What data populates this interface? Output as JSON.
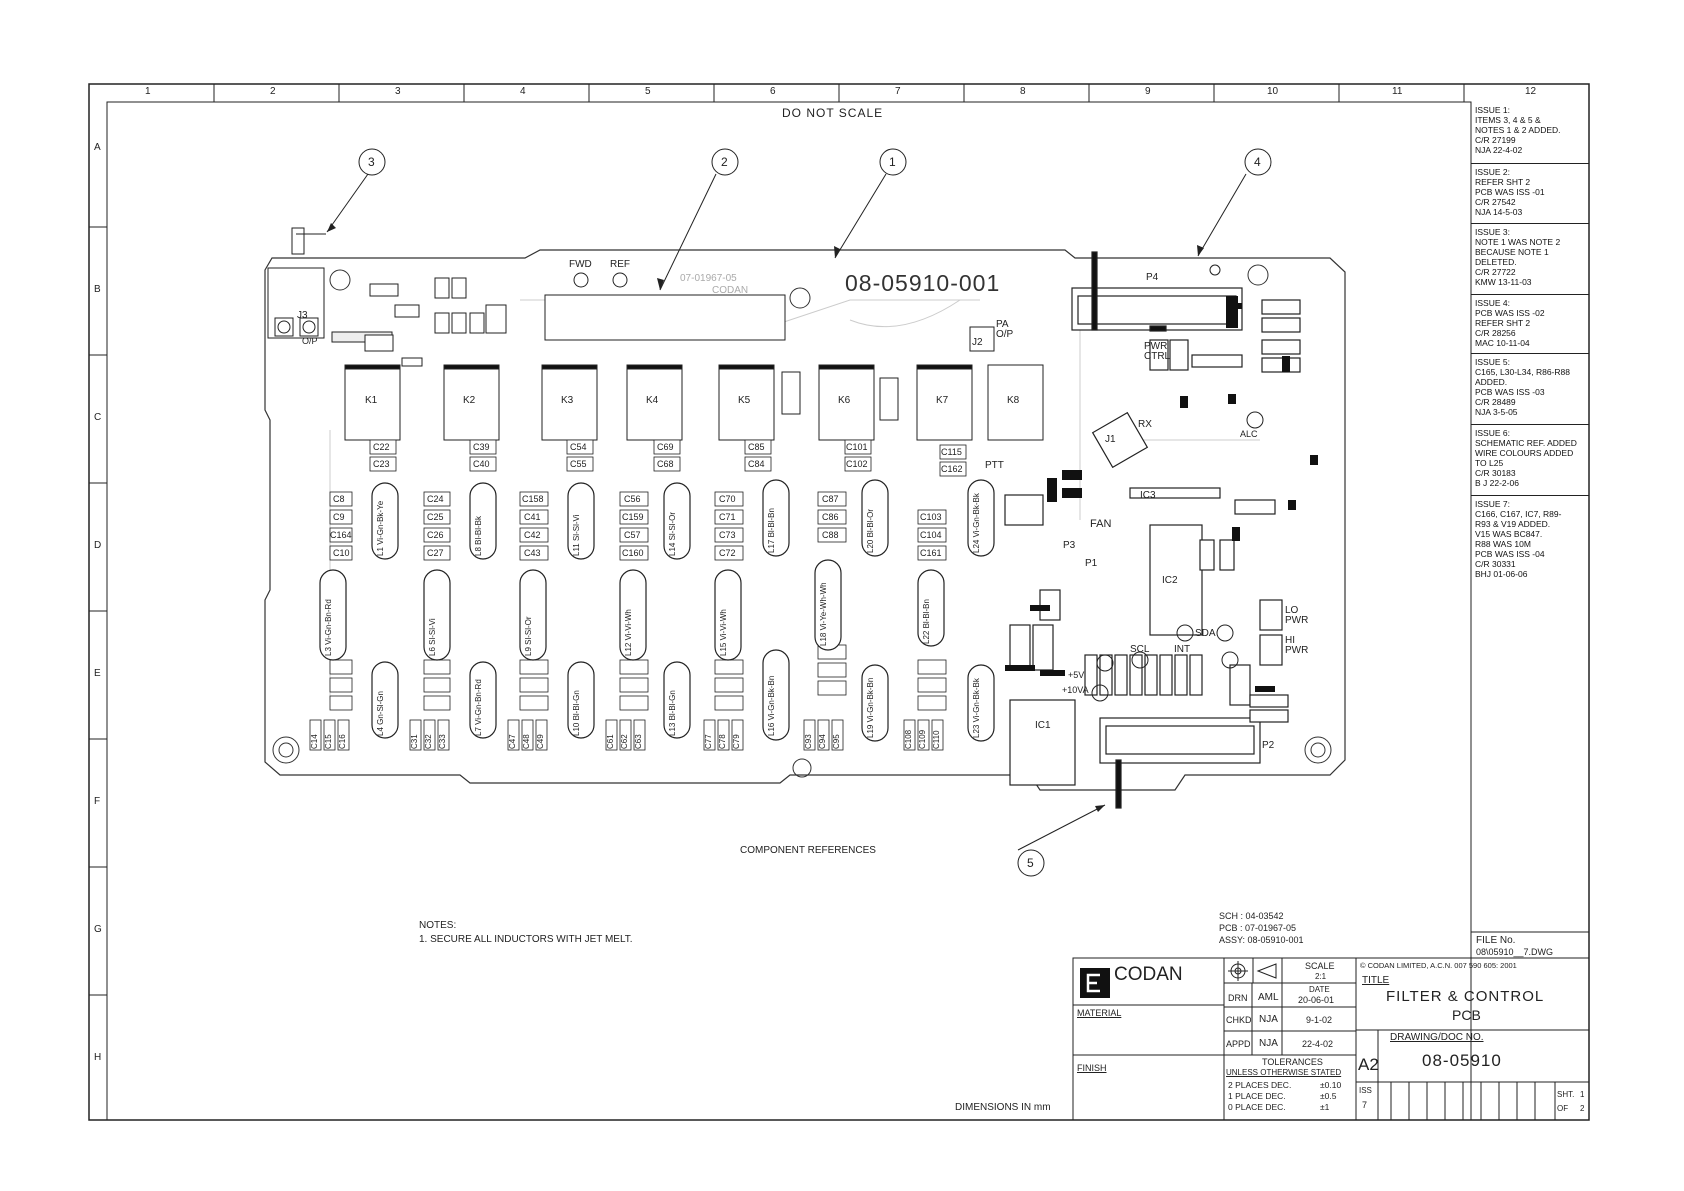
{
  "header": {
    "do_not_scale": "DO NOT SCALE",
    "columns": [
      "1",
      "2",
      "3",
      "4",
      "5",
      "6",
      "7",
      "8",
      "9",
      "10",
      "11",
      "12"
    ],
    "rows": [
      "A",
      "B",
      "C",
      "D",
      "E",
      "F",
      "G",
      "H"
    ]
  },
  "board": {
    "part_number": "08-05910-001",
    "pcb_ref": "07-01967-05",
    "maker_silk": "CODAN",
    "fwd": "FWD",
    "ref": "REF",
    "pa_op": "PA\nO/P",
    "op": "O/P",
    "pwr_ctrl": "PWR\nCTRL",
    "rx": "RX",
    "alc": "ALC",
    "fan": "FAN",
    "ptt": "PTT",
    "scl": "SCL",
    "sda": "SDA",
    "int": "INT",
    "lo_pwr": "LO\nPWR",
    "hi_pwr": "HI\nPWR",
    "plus5v": "+5V",
    "plus10va": "+10VA",
    "relays": [
      "K1",
      "K2",
      "K3",
      "K4",
      "K5",
      "K6",
      "K7",
      "K8"
    ],
    "connectors": [
      "J1",
      "J2",
      "J3",
      "P1",
      "P2",
      "P3",
      "P4"
    ],
    "ics": [
      "IC1",
      "IC2",
      "IC3"
    ],
    "cap_row_top": [
      "C22",
      "C23",
      "C39",
      "C40",
      "C54",
      "C55",
      "C69",
      "C68",
      "C85",
      "C84",
      "C101",
      "C102",
      "C115",
      "C162"
    ],
    "cap_col_labels": [
      "C8",
      "C9",
      "C164",
      "C10",
      "C24",
      "C25",
      "C26",
      "C27",
      "C158",
      "C41",
      "C42",
      "C43",
      "C56",
      "C159",
      "C57",
      "C160",
      "C70",
      "C71",
      "C73",
      "C72",
      "C87",
      "C86",
      "C88",
      "C103",
      "C104",
      "C161"
    ],
    "inductors": [
      "L1 Vi-Gn-Bk-Ye",
      "L3 Vi-Gn-Bn-Rd",
      "L4 Gn-Sl-Gn",
      "L6 Sl-Sl-Vi",
      "L7 Vi-Gn-Bn-Rd",
      "L8 Bl-Bl-Bk",
      "L9 Sl-Sl-Or",
      "L10 Bl-Bl-Gn",
      "L11 Sl-Sl-Vi",
      "L12 Vi-Vi-Wh",
      "L13 Bl-Bl-Gn",
      "L14 Sl-Sl-Or",
      "L15 Vi-Vi-Wh",
      "L16 Vi-Gn-Bk-Bn",
      "L17 Bl-Bl-Bn",
      "L18 Vi-Ye-Wh-Wh",
      "L19 Vi-Gn-Bk-Bn",
      "L20 Bl-Bl-Or",
      "L22 Bl-Bl-Bn",
      "L23 Vi-Gn-Bk-Bk",
      "L24 Vi-Gn-Bk-Bk"
    ],
    "bottom_caps": [
      "C14",
      "C15",
      "C16",
      "C31",
      "C32",
      "C33",
      "C47",
      "C48",
      "C49",
      "C61",
      "C62",
      "C63",
      "C77",
      "C78",
      "C79",
      "C93",
      "C94",
      "C95",
      "C108",
      "C109",
      "C110"
    ]
  },
  "balloons": [
    "1",
    "2",
    "3",
    "4",
    "5"
  ],
  "captions": {
    "component_references": "COMPONENT REFERENCES",
    "notes_title": "NOTES:",
    "note1": "1. SECURE ALL INDUCTORS WITH JET MELT.",
    "dimensions": "DIMENSIONS IN mm",
    "sch": "SCH : 04-03542",
    "pcb": "PCB : 07-01967-05",
    "assy": "ASSY: 08-05910-001"
  },
  "issues": [
    {
      "lines": [
        "ISSUE 1:",
        "ITEMS 3, 4 & 5 &",
        "NOTES 1 & 2 ADDED.",
        "C/R 27199",
        "NJA 22-4-02"
      ]
    },
    {
      "lines": [
        "ISSUE 2:",
        "REFER SHT 2",
        "PCB WAS ISS -01",
        "C/R 27542",
        "NJA 14-5-03"
      ]
    },
    {
      "lines": [
        "ISSUE 3:",
        "NOTE 1 WAS NOTE 2",
        "BECAUSE NOTE 1",
        "DELETED.",
        "C/R 27722",
        "KMW 13-11-03"
      ]
    },
    {
      "lines": [
        "ISSUE 4:",
        "PCB WAS ISS -02",
        "REFER SHT 2",
        "C/R 28256",
        "MAC 10-11-04"
      ]
    },
    {
      "lines": [
        "ISSUE 5:",
        "C165, L30-L34, R86-R88",
        "ADDED.",
        "PCB WAS ISS -03",
        "C/R 28489",
        "NJA 3-5-05"
      ]
    },
    {
      "lines": [
        "ISSUE 6:",
        "SCHEMATIC REF. ADDED",
        "WIRE COLOURS ADDED",
        "TO L25",
        "C/R 30183",
        "B J 22-2-06"
      ]
    },
    {
      "lines": [
        "ISSUE 7:",
        "C166, C167, IC7, R89-",
        "R93 & V19 ADDED.",
        "V15 WAS BC847.",
        "R88 WAS 10M",
        "PCB WAS ISS -04",
        "C/R 30331",
        "BHJ 01-06-06"
      ]
    }
  ],
  "file": {
    "label": "FILE No.",
    "value": "08\\05910__7.DWG"
  },
  "title_block": {
    "company": "CODAN",
    "material": "MATERIAL",
    "finish": "FINISH",
    "scale_label": "SCALE",
    "scale_value": "2:1",
    "date_label": "DATE",
    "date_value": "20-06-01",
    "drn": "DRN",
    "drn_by": "AML",
    "chkd": "CHKD",
    "chkd_by": "NJA",
    "chkd_date": "9-1-02",
    "appd": "APPD",
    "appd_by": "NJA",
    "appd_date": "22-4-02",
    "tolerances": "TOLERANCES",
    "unless": "UNLESS OTHERWISE STATED",
    "tol_rows": [
      [
        "2 PLACES DEC.",
        "±0.10"
      ],
      [
        "1 PLACE DEC.",
        "±0.5"
      ],
      [
        "0 PLACE DEC.",
        "±1"
      ]
    ],
    "copyright": "© CODAN LIMITED, A.C.N. 007 590 605: 2001",
    "title_label": "TITLE",
    "title_1": "FILTER & CONTROL",
    "title_2": "PCB",
    "doc_label": "DRAWING/DOC NO.",
    "size": "A2",
    "doc_no": "08-05910",
    "iss_label": "ISS",
    "iss_value": "7",
    "sht_label": "SHT.",
    "sht_value": "1",
    "of_label": "OF",
    "of_value": "2"
  }
}
